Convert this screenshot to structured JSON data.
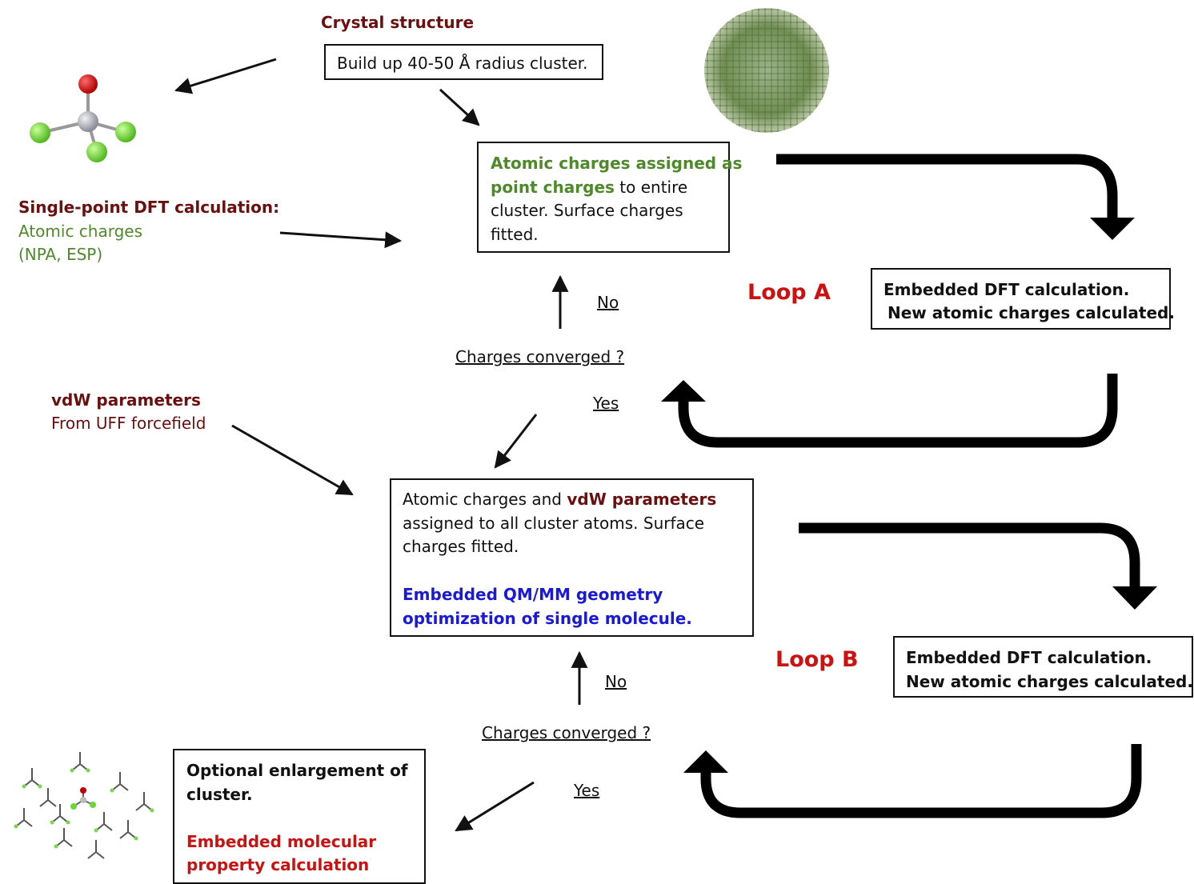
{
  "crystal": {
    "title": "Crystal structure",
    "box": "Build up 40-50 Å radius cluster."
  },
  "single_point": {
    "title": "Single-point DFT calculation:",
    "line2": "Atomic charges",
    "line3": "(NPA, ESP)"
  },
  "point_charges_box": {
    "bold_green": "Atomic charges assigned as",
    "bold_green2": "point charges",
    "rest1": " to entire",
    "line3": "cluster. Surface charges",
    "line4": "fitted."
  },
  "loop_a": {
    "label": "Loop A",
    "box_line1": "Embedded DFT calculation.",
    "box_line2": "New atomic charges calculated.",
    "no": "No",
    "question": "Charges converged ?",
    "yes": "Yes"
  },
  "vdw": {
    "title": "vdW parameters",
    "line2": "From UFF forcefield"
  },
  "qmmm_box": {
    "line1a": "Atomic charges and ",
    "line1b": "vdW parameters",
    "line2": "assigned to all cluster atoms. Surface",
    "line3": "charges fitted.",
    "blue1": "Embedded QM/MM geometry",
    "blue2": "optimization of single molecule."
  },
  "loop_b": {
    "label": "Loop B",
    "box_line1": "Embedded DFT calculation.",
    "box_line2": "New atomic charges calculated.",
    "no": "No",
    "question": "Charges converged ?",
    "yes": "Yes"
  },
  "final_box": {
    "line1": "Optional enlargement of",
    "line2": "cluster.",
    "red1": "Embedded molecular",
    "red2": "property calculation"
  },
  "colors": {
    "maroon": "#6b0f0f",
    "green": "#4f8a2a",
    "red": "#cc1111",
    "blue": "#1a1ad6"
  }
}
